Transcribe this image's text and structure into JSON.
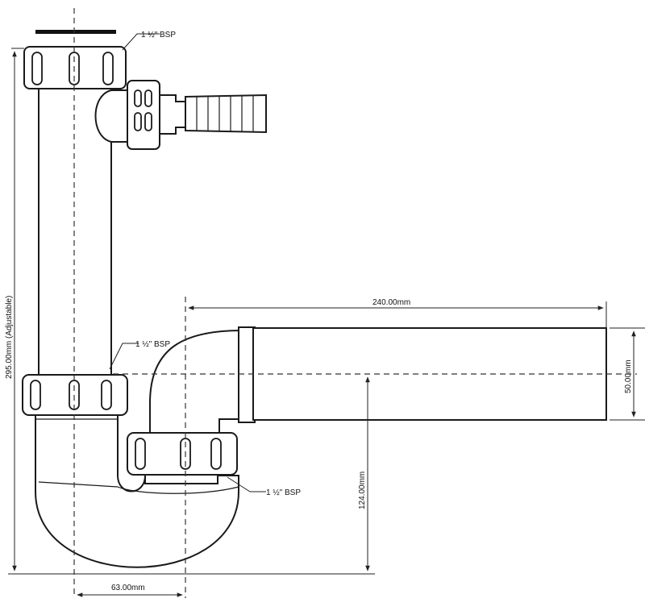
{
  "labels": {
    "bsp_top": "1 ½\" BSP",
    "bsp_left": "1 ½\" BSP",
    "bsp_bottom": "1 ½\" BSP",
    "dim_height": "295.00mm (Adjustable)",
    "dim_length": "240.00mm",
    "dim_diameter": "50.00mm",
    "dim_outlet_height": "124.00mm",
    "dim_offset": "63.00mm"
  },
  "colors": {
    "stroke": "#1a1a1a",
    "fill": "#ffffff"
  }
}
